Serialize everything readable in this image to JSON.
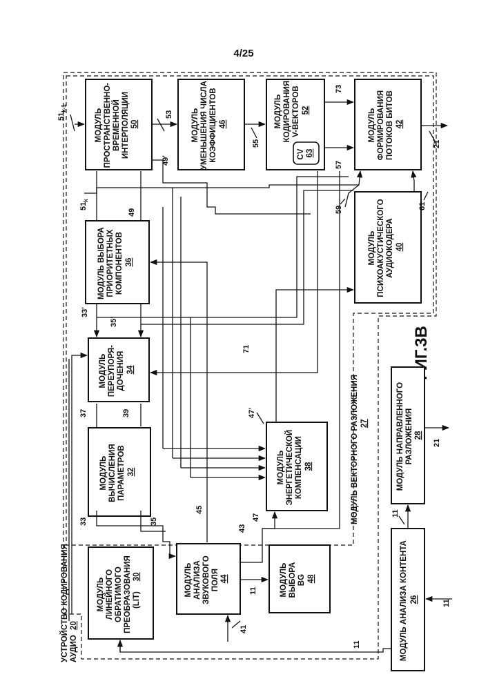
{
  "page_number": "4/25",
  "figure_label": "ФИГ.3В",
  "device": {
    "line1": "УСТРОЙСТВО КОДИРОВАНИЯ",
    "line2": "АУДИО",
    "ref": "20"
  },
  "vector_decomp": {
    "label": "МОДУЛЬ ВЕКТОРНОГО РАЗЛОЖЕНИЯ",
    "ref": "27"
  },
  "blocks": {
    "lit": {
      "lines": [
        "МОДУЛЬ",
        "ЛИНЕЙНОГО",
        "ОБРАТИМОГО",
        "ПРЕОБРАЗОВАНИЯ",
        "(LIT)"
      ],
      "ref": "30"
    },
    "calc": {
      "lines": [
        "МОДУЛЬ",
        "ВЫЧИСЛЕНИЯ",
        "ПАРАМЕТРОВ"
      ],
      "ref": "32"
    },
    "reorder": {
      "lines": [
        "МОДУЛЬ",
        "ПЕРЕУПОРЯ-",
        "ДОЧЕНИЯ"
      ],
      "ref": "34"
    },
    "fg_select": {
      "lines": [
        "МОДУЛЬ ВЫБОРА",
        "ПРИОРИТЕТНЫХ",
        "КОМПОНЕНТОВ"
      ],
      "ref": "36"
    },
    "interp": {
      "lines": [
        "МОДУЛЬ",
        "ПРОСТРАНСТВЕННО-",
        "ВРЕМЕННОЙ",
        "ИНТЕРПОЛЯЦИИ"
      ],
      "ref": "50"
    },
    "coef_red": {
      "lines": [
        "МОДУЛЬ",
        "УМЕНЬШЕНИЯ ЧИСЛА",
        "КОЭФФИЦИЕНТОВ"
      ],
      "ref": "46"
    },
    "vcode": {
      "lines": [
        "МОДУЛЬ",
        "КОДИРОВАНИЯ",
        "V-ВЕКТОРОВ"
      ],
      "ref": "52",
      "cv": "CV",
      "cv_ref": "63"
    },
    "bitstream": {
      "lines": [
        "МОДУЛЬ",
        "ФОРМИРОВАНИЯ",
        "ПОТОКОВ БИТОВ"
      ],
      "ref": "42"
    },
    "psycho": {
      "lines": [
        "МОДУЛЬ",
        "ПСИХОАКУСТИЧЕСКОГО",
        "АУДИОКОДЕРА"
      ],
      "ref": "40"
    },
    "energy": {
      "lines": [
        "МОДУЛЬ",
        "ЭНЕРГЕТИЧЕСКОЙ",
        "КОМПЕНСАЦИИ"
      ],
      "ref": "38"
    },
    "soundfield": {
      "lines": [
        "МОДУЛЬ",
        "АНАЛИЗА",
        "ЗВУКОВОГО",
        "ПОЛЯ"
      ],
      "ref": "44"
    },
    "bg_select": {
      "lines": [
        "МОДУЛЬ",
        "ВЫБОРА",
        "BG"
      ],
      "ref": "48"
    },
    "content": {
      "lines": [
        "МОДУЛЬ АНАЛИЗА КОНТЕНТА"
      ],
      "ref": "26"
    },
    "directional": {
      "lines": [
        "МОДУЛЬ НАПРАВЛЕННОГО",
        "РАЗЛОЖЕНИЯ"
      ],
      "ref": "28"
    }
  },
  "refs": {
    "r51k1": "51",
    "r51k1_sub": "k-1",
    "r51k": "51",
    "r51k_sub": "k",
    "r53": "53",
    "r55": "55",
    "r73": "73",
    "r57": "57",
    "r21a": "21",
    "r49p": "49'",
    "r49": "49",
    "r59": "59",
    "r61": "61",
    "r33p": "33'",
    "r35p": "35'",
    "r71": "71",
    "r47p": "47'",
    "r37": "37",
    "r39": "39",
    "r33": "33",
    "r35": "35",
    "r45": "45",
    "r43": "43",
    "r47": "47",
    "r11a": "11",
    "r41": "41",
    "r11b": "11",
    "r11c": "11",
    "r11d": "11",
    "r21b": "21"
  }
}
